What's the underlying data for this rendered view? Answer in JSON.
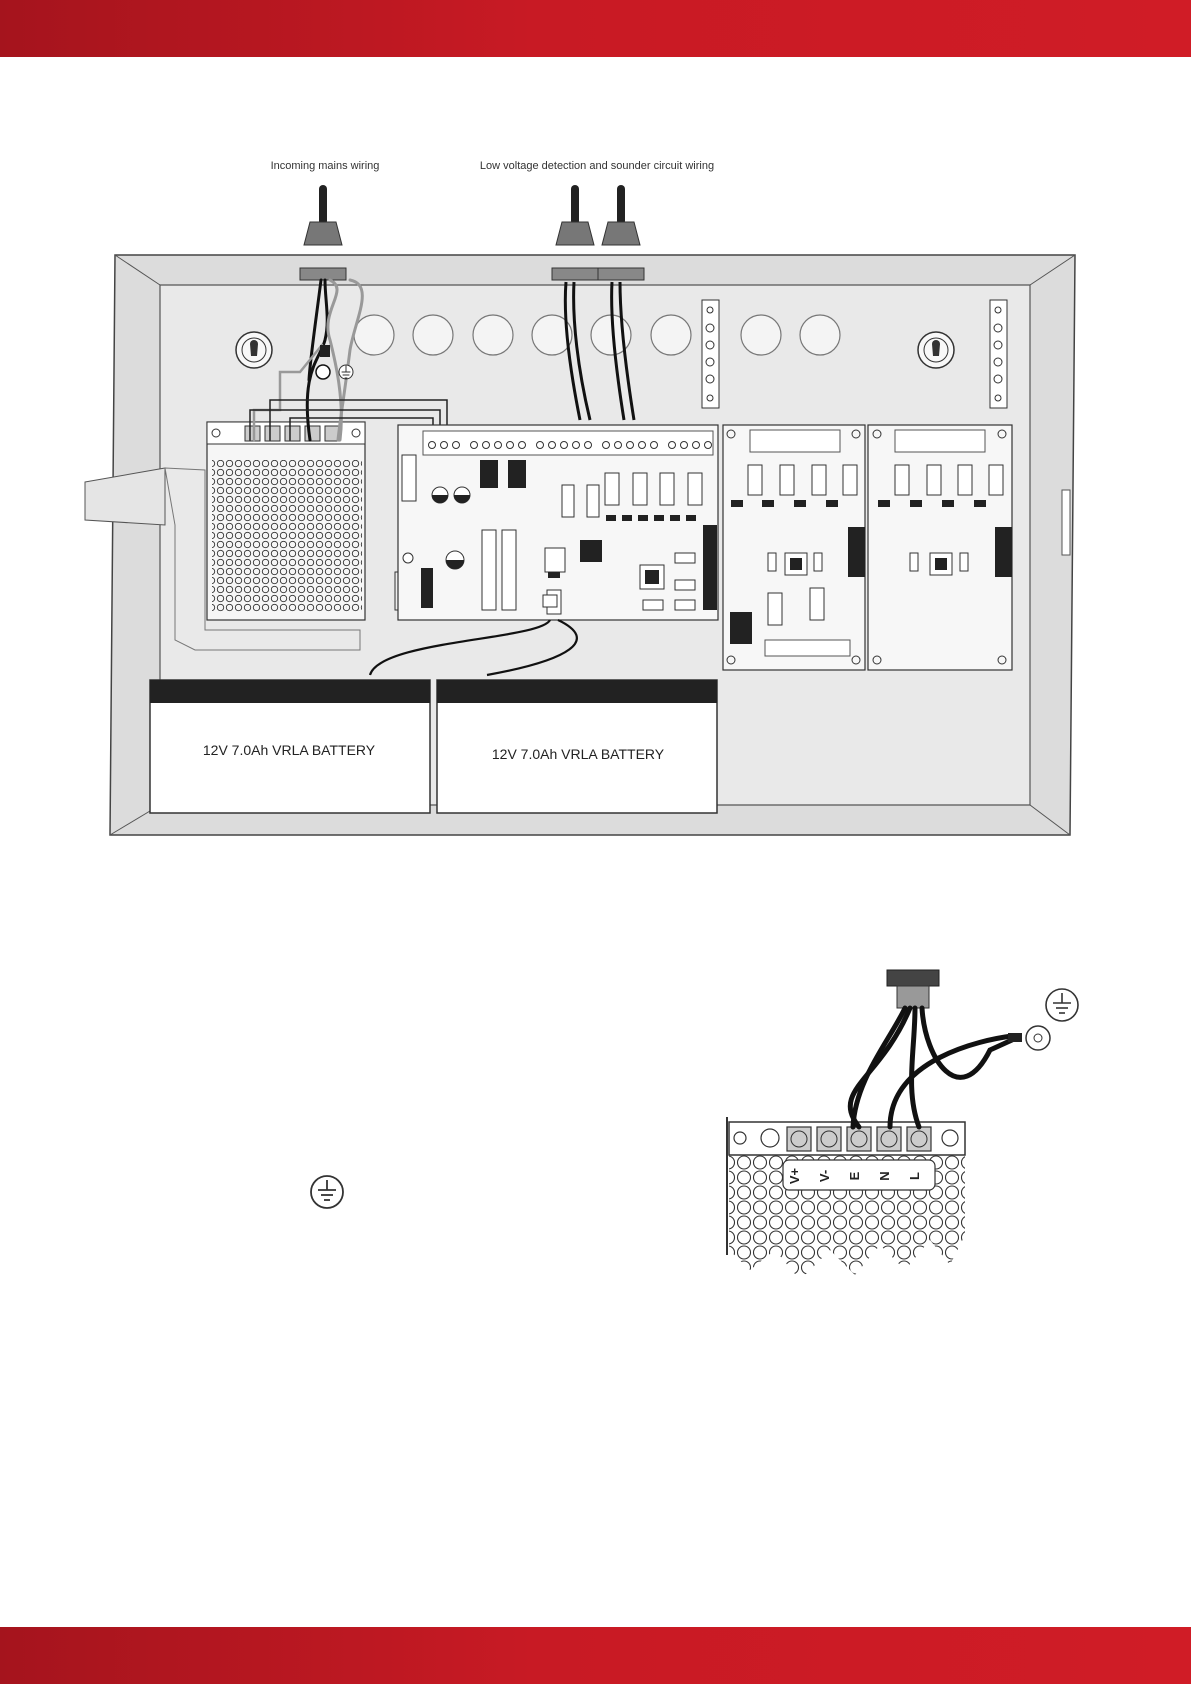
{
  "labels": {
    "incoming_mains": "Incoming mains wiring",
    "low_voltage": "Low voltage detection and sounder circuit wiring"
  },
  "batteries": [
    {
      "label": "12V 7.0Ah VRLA BATTERY"
    },
    {
      "label": "12V 7.0Ah VRLA BATTERY"
    }
  ],
  "terminals": [
    "V+",
    "V-",
    "E",
    "N",
    "L"
  ],
  "colors": {
    "brand_red": "#c81a24",
    "line": "#222222"
  },
  "icons": [
    "earth-symbol-icon"
  ]
}
